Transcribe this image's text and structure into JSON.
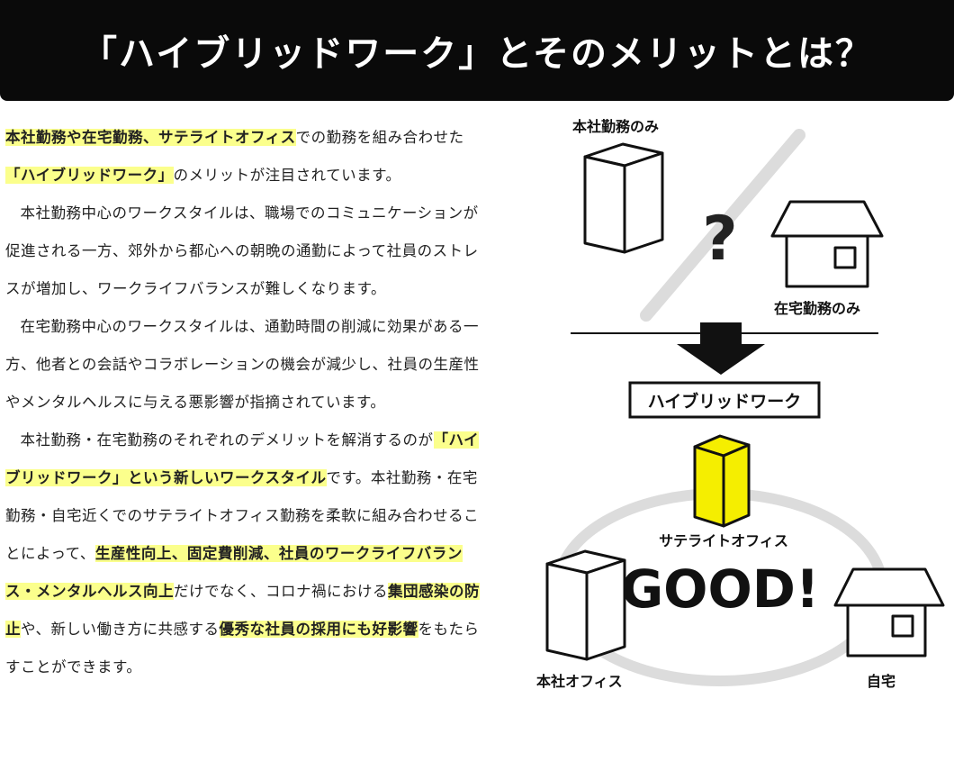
{
  "title": "「ハイブリッドワーク」とそのメリットとは？",
  "paragraphs": [
    [
      {
        "t": "本社勤務や在宅勤務、サテライトオフィス",
        "h": true
      },
      {
        "t": "での勤務を組み合わせた",
        "h": false
      },
      {
        "t": "「ハイブリッドワーク」",
        "h": true
      },
      {
        "t": "のメリットが注目されています。",
        "h": false
      }
    ],
    [
      {
        "t": "本社勤務中心のワークスタイルは、職場でのコミュニケーションが促進される一方、郊外から都心への朝晩の通勤によって社員のストレスが増加し、ワークライフバランスが難しくなります。",
        "h": false
      }
    ],
    [
      {
        "t": "在宅勤務中心のワークスタイルは、通勤時間の削減に効果がある一方、他者との会話やコラボレーションの機会が減少し、社員の生産性やメンタルヘルスに与える悪影響が指摘されています。",
        "h": false
      }
    ],
    [
      {
        "t": "本社勤務・在宅勤務のそれぞれのデメリットを解消するのが",
        "h": false
      },
      {
        "t": "「ハイブリッドワーク」という新しいワークスタイル",
        "h": true
      },
      {
        "t": "です。本社勤務・在宅勤務・自宅近くでのサテライトオフィス勤務を柔軟に組み合わせることによって、",
        "h": false
      },
      {
        "t": "生産性向上、固定費削減、社員のワークライフバランス・メンタルヘルス向上",
        "h": true
      },
      {
        "t": "だけでなく、コロナ禍における",
        "h": false
      },
      {
        "t": "集団感染の防止",
        "h": true
      },
      {
        "t": "や、新しい働き方に共感する",
        "h": false
      },
      {
        "t": "優秀な社員の採用にも好影響",
        "h": true
      },
      {
        "t": "をもたらすことができます。",
        "h": false
      }
    ]
  ],
  "diagram": {
    "label_office_only": "本社勤務のみ",
    "label_home_only": "在宅勤務のみ",
    "question_mark": "?",
    "hybrid_label": "ハイブリッドワーク",
    "label_satellite": "サテライトオフィス",
    "good_text": "GOOD!",
    "label_head_office": "本社オフィス",
    "label_home": "自宅",
    "colors": {
      "satellite": "#f5ee00",
      "divider": "#dcdcdc",
      "ink": "#111111"
    }
  }
}
